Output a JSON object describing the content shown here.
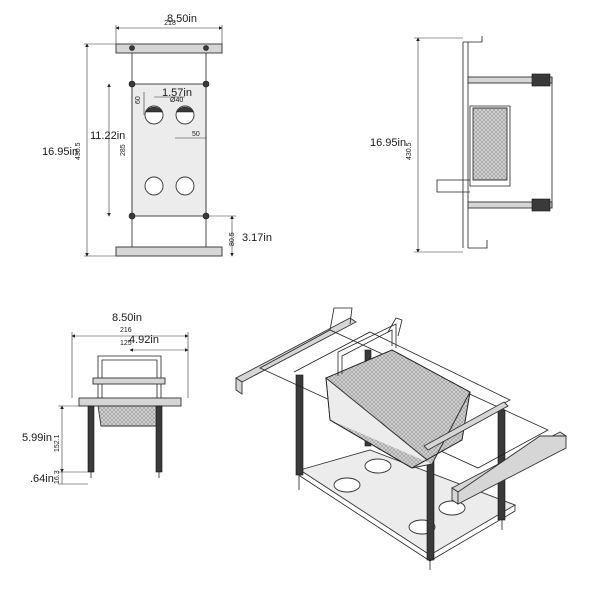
{
  "top_view": {
    "width_in": "8.50in",
    "width_mm": "218",
    "height_in": "16.95in",
    "height_mm": "430.5",
    "inner_height_in": "11.22in",
    "inner_height_mm": "285",
    "hole_spacing_in": "1.57in",
    "hole_dia_mm": "Ø40",
    "hole_offset_mm": "60",
    "hole_gap_mm": "50",
    "bottom_in": "3.17in",
    "bottom_mm": "80.5"
  },
  "side_view": {
    "height_in": "16.95in",
    "height_mm": "430.5"
  },
  "front_view": {
    "width_in": "8.50in",
    "width_mm": "216",
    "half_width_in": "4.92in",
    "half_width_mm": "125",
    "height_in": "5.99in",
    "height_mm": "152.1",
    "foot_in": ".64in",
    "foot_mm": "16.3"
  }
}
